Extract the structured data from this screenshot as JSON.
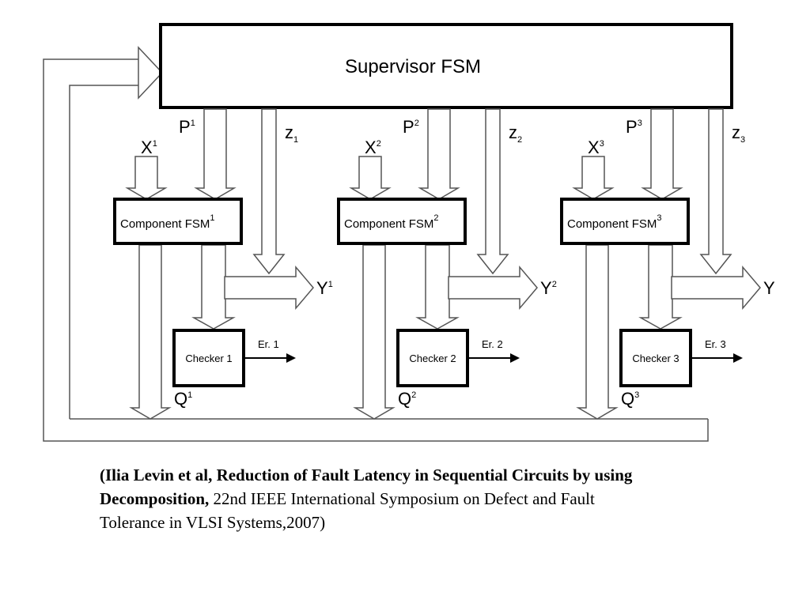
{
  "supervisor": {
    "label": "Supervisor FSM"
  },
  "components": [
    {
      "fsm": "Component FSM",
      "fsm_sup": "1",
      "checker": "Checker 1",
      "error": "Er. 1",
      "p": "P",
      "p_sup": "1",
      "x": "X",
      "x_sup": "1",
      "z": "z",
      "z_sub": "1",
      "y": "Y",
      "y_sup": "1",
      "q": "Q",
      "q_sup": "1"
    },
    {
      "fsm": "Component FSM",
      "fsm_sup": "2",
      "checker": "Checker 2",
      "error": "Er. 2",
      "p": "P",
      "p_sup": "2",
      "x": "X",
      "x_sup": "2",
      "z": "z",
      "z_sub": "2",
      "y": "Y",
      "y_sup": "2",
      "q": "Q",
      "q_sup": "2"
    },
    {
      "fsm": "Component FSM",
      "fsm_sup": "3",
      "checker": "Checker 3",
      "error": "Er. 3",
      "p": "P",
      "p_sup": "3",
      "x": "X",
      "x_sup": "3",
      "z": "z",
      "z_sub": "3",
      "y": "Y",
      "y_sup": "",
      "q": "Q",
      "q_sup": "3"
    }
  ],
  "caption": {
    "bold": "(Ilia Levin et al, Reduction of Fault Latency in Sequential Circuits by using Decomposition,",
    "normal": " 22nd IEEE International Symposium on Defect and Fault Tolerance in VLSI Systems,2007)"
  }
}
